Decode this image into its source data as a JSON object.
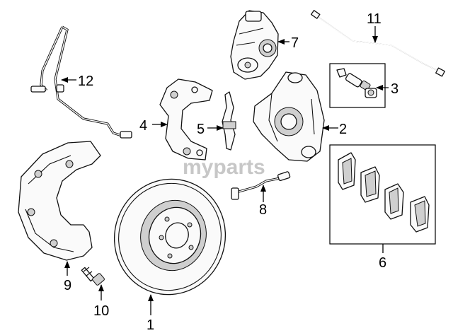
{
  "watermark": "myparts",
  "callouts": {
    "c1": "1",
    "c2": "2",
    "c3": "3",
    "c4": "4",
    "c5": "5",
    "c6": "6",
    "c7": "7",
    "c8": "8",
    "c9": "9",
    "c10": "10",
    "c11": "11",
    "c12": "12"
  },
  "icons": {
    "rotor": "brake-rotor-icon",
    "shield": "dust-shield-icon",
    "caliper": "caliper-icon",
    "bracket": "caliper-bracket-icon",
    "pads": "brake-pads-icon"
  }
}
